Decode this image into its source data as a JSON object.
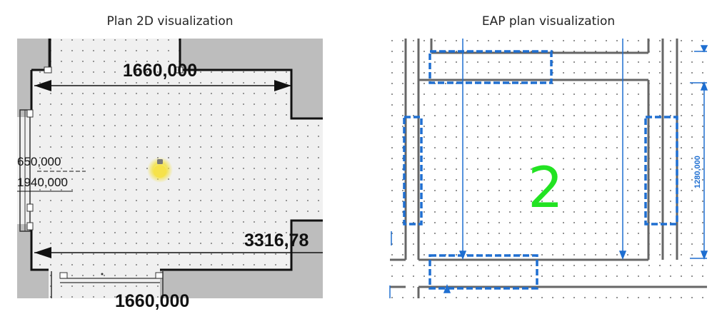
{
  "titles": {
    "left": "Plan 2D visualization",
    "right": "EAP plan visualization"
  },
  "left_plan": {
    "dim_top": "1660,000",
    "dim_left_1": "650,000",
    "dim_left_2": "1940,000",
    "dim_right": "3316,78",
    "dim_bottom": "1660,000",
    "icon": "light-bulb-icon"
  },
  "right_plan": {
    "room_label": "2",
    "dim_vertical": "1280,000",
    "colors": {
      "outline": "#1f6fd1",
      "room_label": "#22e322",
      "wall": "#666666"
    }
  }
}
